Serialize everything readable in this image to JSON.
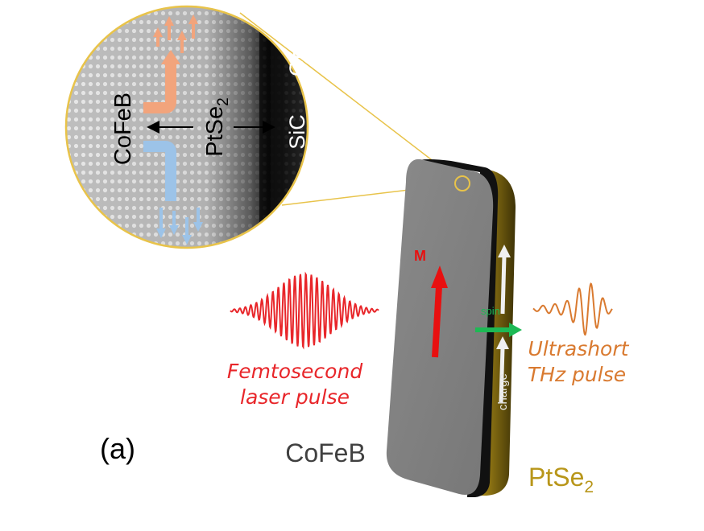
{
  "panel_label": "(a)",
  "inset": {
    "label_gr": "Gr",
    "label_sic": "SiC",
    "label_cofeb": "CoFeB",
    "label_ptse2_base": "PtSe",
    "label_ptse2_sub": "2"
  },
  "device": {
    "label_m": "M",
    "label_spin": "spin",
    "label_charge": "charge",
    "label_cofeb": "CoFeB",
    "label_ptse2_base": "PtSe",
    "label_ptse2_sub": "2"
  },
  "pulses": {
    "laser_line1": "Femtosecond",
    "laser_line2": "laser pulse",
    "thz_line1": "Ultrashort",
    "thz_line2": "THz pulse"
  },
  "colors": {
    "magnetization": "#e81010",
    "laser": "#e8262a",
    "thz": "#d97a30",
    "spin": "#1db954",
    "ptse2_layer": "#b8961a",
    "spin_up": "#f2a47c",
    "spin_down": "#9cc3e8",
    "zoom_outline": "#e8c34a"
  },
  "icons": {
    "magnetization": "arrow-up-icon",
    "spin_current": "arrow-right-icon",
    "charge_current": "arrow-up-icon"
  }
}
